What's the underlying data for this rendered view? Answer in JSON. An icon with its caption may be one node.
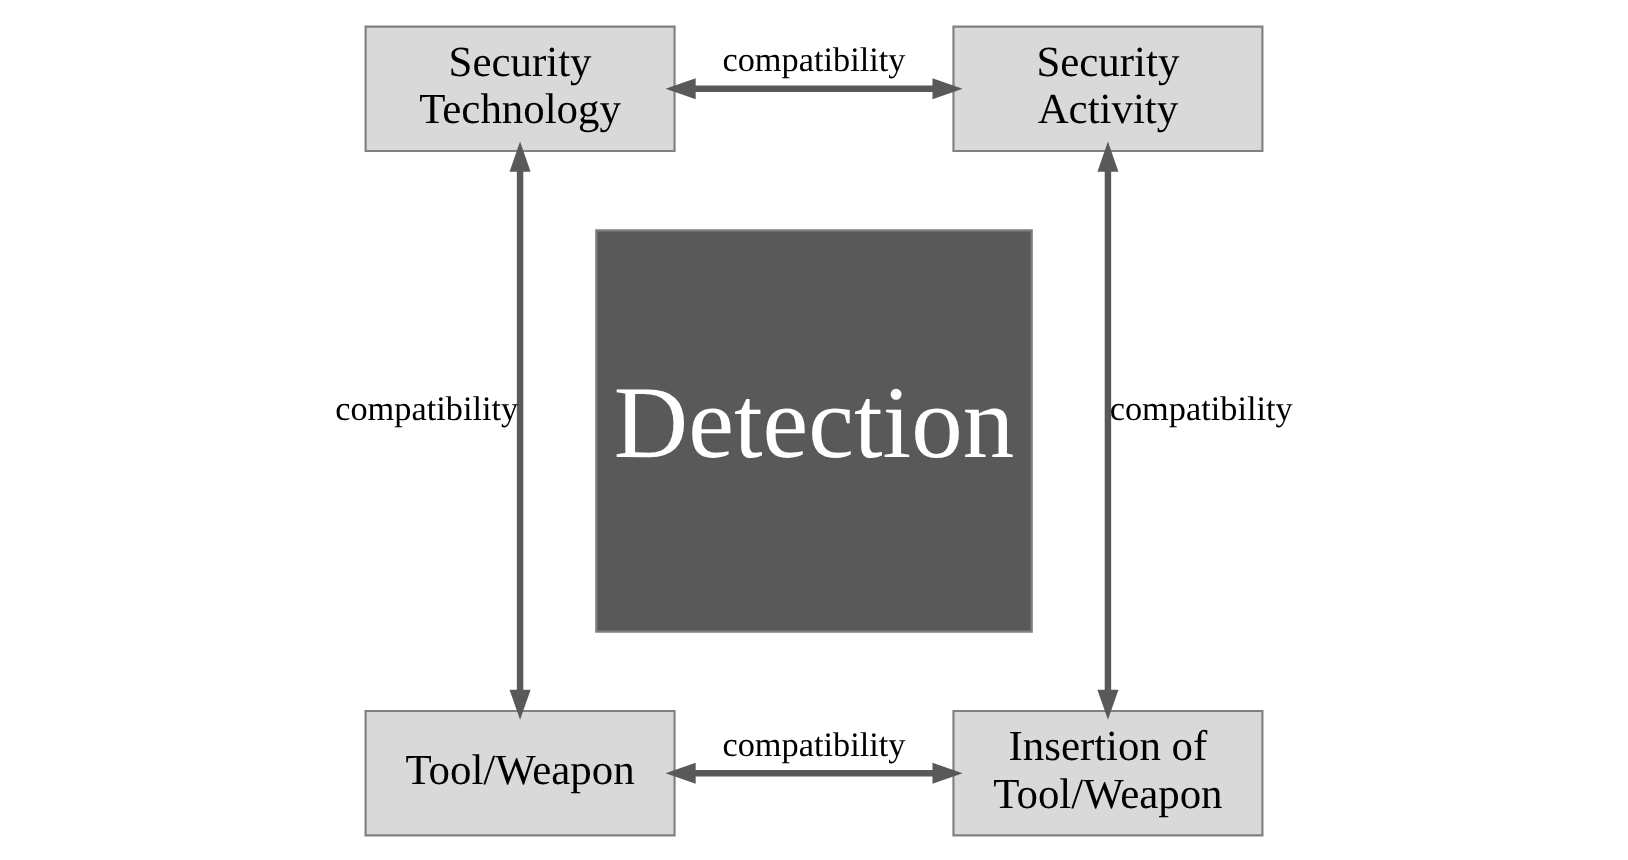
{
  "diagram": {
    "nodes": [
      {
        "text": [
          "Security Technology"
        ]
      },
      {
        "text": [
          "Security Activity"
        ]
      },
      {
        "text": [
          "Detection"
        ]
      },
      {
        "text": [
          "Tool/Weapon"
        ]
      },
      {
        "text": [
          "Insertion of Tool/Weapon"
        ]
      }
    ],
    "edges": [
      {
        "from": 0,
        "to": 1,
        "arrow": "both",
        "label": "compatibility"
      },
      {
        "from": 0,
        "to": 3,
        "arrow": "both",
        "label": "compatibility"
      },
      {
        "from": 1,
        "to": 4,
        "arrow": "both",
        "label": "compatibility"
      },
      {
        "from": 3,
        "to": 4,
        "arrow": "both",
        "label": "compatibility"
      }
    ]
  }
}
